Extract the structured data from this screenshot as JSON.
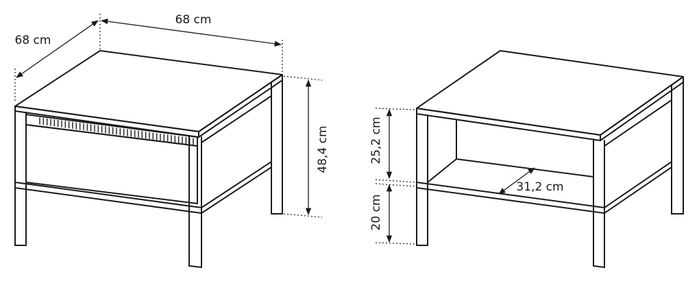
{
  "dimensions": {
    "depth": "68 cm",
    "width": "68 cm",
    "height": "48,4 cm",
    "shelf_height": "25,2 cm",
    "leg_height": "20 cm",
    "shelf_depth": "31,2 cm"
  }
}
